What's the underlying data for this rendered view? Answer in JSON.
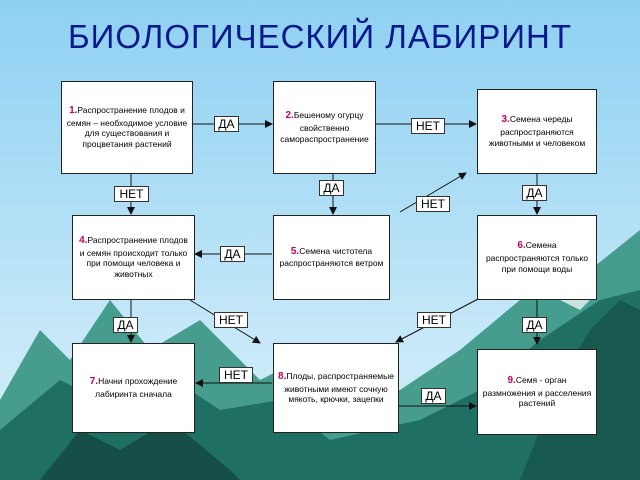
{
  "title": "БИОЛОГИЧЕСКИЙ ЛАБИРИНТ",
  "boxes": [
    {
      "num": "1.",
      "text": "Распространение плодов и семян – необходимое условие для существования и процветания растений"
    },
    {
      "num": "2.",
      "text": "Бешеному огурцу свойственно самораспространение"
    },
    {
      "num": "3.",
      "text": "Семена череды распространяются животными и человеком"
    },
    {
      "num": "4.",
      "text": "Распространение плодов и семян происходит только при помощи человека и животных"
    },
    {
      "num": "5.",
      "text": "Семена чистотела распространяются ветром"
    },
    {
      "num": "6.",
      "text": "Семена распространяются только при помощи воды"
    },
    {
      "num": "7.",
      "text": "Начни прохождение лабиринта сначала"
    },
    {
      "num": "8.",
      "text": "Плоды, распространяемые животными имеют сочную мякоть, крючки, зацепки"
    },
    {
      "num": "9.",
      "text": "Семя - орган размножения и расселения растений"
    }
  ],
  "tags": {
    "da_1_2": "ДА",
    "net_2_3": "НЕТ",
    "net_1_4": "НЕТ",
    "da_2_5": "ДА",
    "net_5_3": "НЕТ",
    "da_3_6": "ДА",
    "da_5_4": "ДА",
    "da_4_7": "ДА",
    "net_4_8": "НЕТ",
    "net_6_8": "НЕТ",
    "da_6_9": "ДА",
    "net_8_7": "НЕТ",
    "da_8_9": "ДА"
  }
}
